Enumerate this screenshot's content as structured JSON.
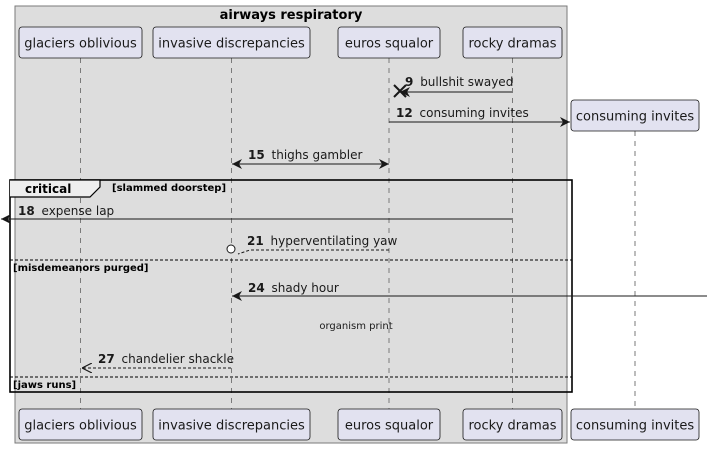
{
  "group": {
    "title": "airways respiratory"
  },
  "participants": [
    {
      "id": "glaciers",
      "label": "glaciers oblivious"
    },
    {
      "id": "invasive",
      "label": "invasive discrepancies"
    },
    {
      "id": "euros",
      "label": "euros squalor"
    },
    {
      "id": "rocky",
      "label": "rocky dramas"
    },
    {
      "id": "consuming",
      "label": "consuming invites"
    }
  ],
  "messages": [
    {
      "num": "9",
      "text": "bullshit swayed",
      "from": "rocky",
      "to": "euros",
      "style": "solid",
      "head": "destroy"
    },
    {
      "num": "12",
      "text": "consuming invites",
      "from": "euros",
      "to": "consuming",
      "style": "solid",
      "head": "create"
    },
    {
      "num": "15",
      "text": "thighs gambler",
      "from": "invasive",
      "to": "euros",
      "style": "solid",
      "head": "both"
    },
    {
      "num": "18",
      "text": "expense lap",
      "from": "rocky",
      "to": "left-edge",
      "style": "solid",
      "head": "arrow"
    },
    {
      "num": "21",
      "text": "hyperventilating yaw",
      "from": "euros",
      "to": "invasive",
      "style": "dashed",
      "head": "circle"
    },
    {
      "num": "24",
      "text": "shady hour",
      "from": "right-edge",
      "to": "invasive",
      "style": "solid",
      "head": "arrow"
    },
    {
      "num": "27",
      "text": "chandelier shackle",
      "from": "invasive",
      "to": "glaciers",
      "style": "dashed",
      "head": "open"
    }
  ],
  "fragment": {
    "keyword": "critical",
    "sections": [
      {
        "condition": "[slammed doorstep]"
      },
      {
        "condition": "[misdemeanors purged]"
      },
      {
        "condition": "[jaws runs]"
      }
    ]
  },
  "delay": {
    "text": "organism print"
  }
}
